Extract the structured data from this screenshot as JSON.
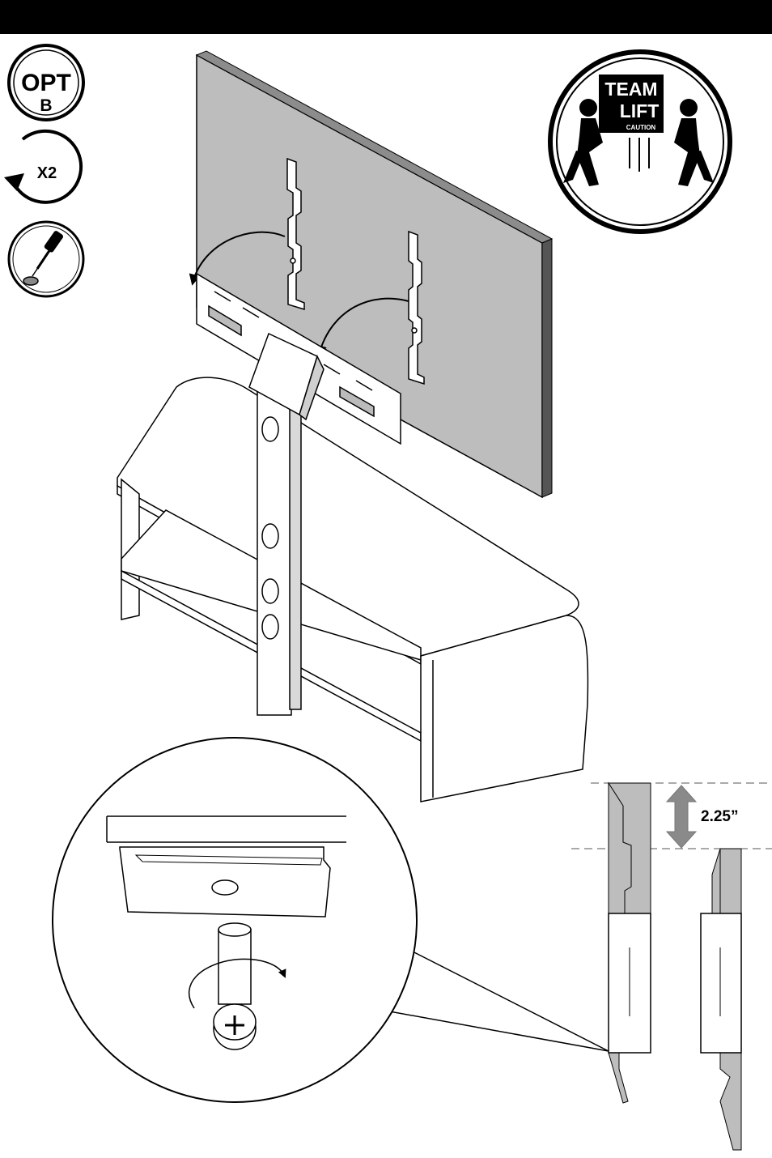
{
  "badges": {
    "opt_label": "OPT",
    "opt_option": "B",
    "repeat_label": "X2",
    "repeat_icon": "rotate-counterclockwise-icon",
    "tool_icon": "screwdriver-icon"
  },
  "team_lift": {
    "line1": "TEAM",
    "line2": "LIFT",
    "caution": "CAUTION",
    "icon": "two-person-lift-icon"
  },
  "dimension": {
    "label": "2.25”"
  },
  "colors": {
    "header": "#000000",
    "panel": "#bdbdbd",
    "panel_edge": "#777777",
    "line": "#000000"
  }
}
